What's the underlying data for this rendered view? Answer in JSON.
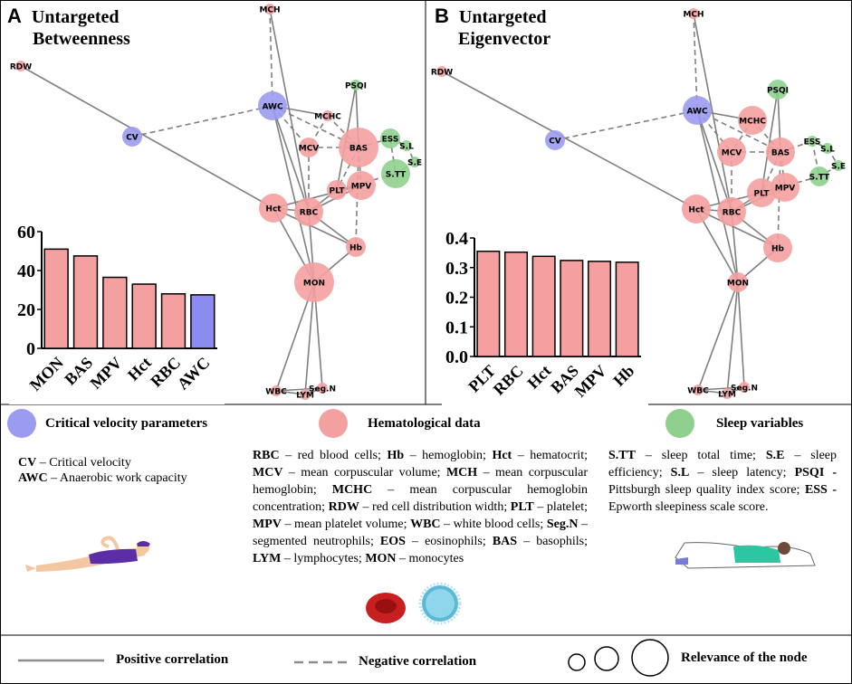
{
  "panels": {
    "a": {
      "letter": "A",
      "title_line1": "Untargeted",
      "title_line2": "Betweenness"
    },
    "b": {
      "letter": "B",
      "title_line1": "Untargeted",
      "title_line2": "Eigenvector"
    }
  },
  "colors": {
    "critical_velocity": "#9b9bef",
    "hematological": "#f4a0a0",
    "sleep": "#8fd08f",
    "bar_hem": "#f4a0a0",
    "bar_cv": "#8c8cf0",
    "edge": "#7f7f7f"
  },
  "chart_data": [
    {
      "type": "bar",
      "panel": "A",
      "categories": [
        "MON",
        "BAS",
        "MPV",
        "Hct",
        "RBC",
        "AWC"
      ],
      "values": [
        51,
        47.5,
        36.5,
        33,
        28,
        27.5
      ],
      "groups": [
        "hematological",
        "hematological",
        "hematological",
        "hematological",
        "hematological",
        "critical_velocity"
      ],
      "ylim": [
        0,
        60
      ],
      "yticks": [
        "0",
        "20",
        "40",
        "60"
      ]
    },
    {
      "type": "bar",
      "panel": "B",
      "categories": [
        "PLT",
        "RBC",
        "Hct",
        "BAS",
        "MPV",
        "Hb"
      ],
      "values": [
        0.355,
        0.352,
        0.338,
        0.324,
        0.321,
        0.318
      ],
      "groups": [
        "hematological",
        "hematological",
        "hematological",
        "hematological",
        "hematological",
        "hematological"
      ],
      "ylim": [
        0,
        0.4
      ],
      "yticks": [
        "0.0",
        "0.1",
        "0.2",
        "0.3",
        "0.4"
      ]
    }
  ],
  "networks": {
    "a": {
      "nodes": [
        {
          "id": "MCH",
          "group": "hematological",
          "relevance": 0
        },
        {
          "id": "RDW",
          "group": "hematological",
          "relevance": 0
        },
        {
          "id": "CV",
          "group": "critical_velocity",
          "relevance": 1
        },
        {
          "id": "AWC",
          "group": "critical_velocity",
          "relevance": 2
        },
        {
          "id": "PSQI",
          "group": "sleep",
          "relevance": 0
        },
        {
          "id": "MCHC",
          "group": "hematological",
          "relevance": 0
        },
        {
          "id": "MCV",
          "group": "hematological",
          "relevance": 1
        },
        {
          "id": "BAS",
          "group": "hematological",
          "relevance": 3
        },
        {
          "id": "ESS",
          "group": "sleep",
          "relevance": 1
        },
        {
          "id": "S.L",
          "group": "sleep",
          "relevance": 0
        },
        {
          "id": "S.E",
          "group": "sleep",
          "relevance": 0
        },
        {
          "id": "S.TT",
          "group": "sleep",
          "relevance": 2
        },
        {
          "id": "PLT",
          "group": "hematological",
          "relevance": 1
        },
        {
          "id": "MPV",
          "group": "hematological",
          "relevance": 2
        },
        {
          "id": "Hct",
          "group": "hematological",
          "relevance": 2
        },
        {
          "id": "RBC",
          "group": "hematological",
          "relevance": 2
        },
        {
          "id": "Hb",
          "group": "hematological",
          "relevance": 1
        },
        {
          "id": "MON",
          "group": "hematological",
          "relevance": 3
        },
        {
          "id": "WBC",
          "group": "hematological",
          "relevance": 0
        },
        {
          "id": "LYM",
          "group": "hematological",
          "relevance": 0
        },
        {
          "id": "Seg.N",
          "group": "hematological",
          "relevance": 0
        }
      ]
    },
    "b": {
      "nodes": [
        {
          "id": "MCH",
          "group": "hematological",
          "relevance": 0
        },
        {
          "id": "RDW",
          "group": "hematological",
          "relevance": 0
        },
        {
          "id": "CV",
          "group": "critical_velocity",
          "relevance": 1
        },
        {
          "id": "AWC",
          "group": "critical_velocity",
          "relevance": 2
        },
        {
          "id": "PSQI",
          "group": "sleep",
          "relevance": 1
        },
        {
          "id": "MCHC",
          "group": "hematological",
          "relevance": 2
        },
        {
          "id": "MCV",
          "group": "hematological",
          "relevance": 2
        },
        {
          "id": "BAS",
          "group": "hematological",
          "relevance": 2
        },
        {
          "id": "ESS",
          "group": "sleep",
          "relevance": 0
        },
        {
          "id": "S.L",
          "group": "sleep",
          "relevance": 0
        },
        {
          "id": "S.E",
          "group": "sleep",
          "relevance": 0
        },
        {
          "id": "S.TT",
          "group": "sleep",
          "relevance": 1
        },
        {
          "id": "PLT",
          "group": "hematological",
          "relevance": 2
        },
        {
          "id": "MPV",
          "group": "hematological",
          "relevance": 2
        },
        {
          "id": "Hct",
          "group": "hematological",
          "relevance": 2
        },
        {
          "id": "RBC",
          "group": "hematological",
          "relevance": 2
        },
        {
          "id": "Hb",
          "group": "hematological",
          "relevance": 2
        },
        {
          "id": "MON",
          "group": "hematological",
          "relevance": 1
        },
        {
          "id": "WBC",
          "group": "hematological",
          "relevance": 0
        },
        {
          "id": "LYM",
          "group": "hematological",
          "relevance": 0
        },
        {
          "id": "Seg.N",
          "group": "hematological",
          "relevance": 0
        }
      ]
    }
  },
  "legend": {
    "cv_heading": "Critical velocity parameters",
    "hem_heading": "Hematological data",
    "sleep_heading": "Sleep variables",
    "cv_items": [
      {
        "abbr": "CV",
        "text": " – Critical velocity"
      },
      {
        "abbr": "AWC",
        "text": " – Anaerobic work capacity"
      }
    ],
    "hem_items": [
      {
        "abbr": "RBC",
        "text": " – red blood cells; "
      },
      {
        "abbr": "Hb",
        "text": " – hemoglobin; "
      },
      {
        "abbr": "Hct",
        "text": " – hematocrit; "
      },
      {
        "abbr": "MCV",
        "text": " – mean corpuscular volume; "
      },
      {
        "abbr": "MCH",
        "text": " – mean corpuscular hemoglobin; "
      },
      {
        "abbr": "MCHC",
        "text": " – mean corpuscular hemoglobin concentration; "
      },
      {
        "abbr": "RDW",
        "text": " – red cell distribution width; "
      },
      {
        "abbr": "PLT",
        "text": " – platelet; "
      },
      {
        "abbr": "MPV",
        "text": " – mean platelet volume; "
      },
      {
        "abbr": "WBC",
        "text": " – white blood cells; "
      },
      {
        "abbr": "Seg.N",
        "text": " – segmented neutrophils; "
      },
      {
        "abbr": "EOS",
        "text": " – eosinophils; "
      },
      {
        "abbr": "BAS",
        "text": " – basophils; "
      },
      {
        "abbr": "LYM",
        "text": " – lymphocytes; "
      },
      {
        "abbr": "MON",
        "text": " – monocytes"
      }
    ],
    "sleep_items": [
      {
        "abbr": "S.TT",
        "text": " – sleep total time; "
      },
      {
        "abbr": "S.E",
        "text": " – sleep efficiency; "
      },
      {
        "abbr": "S.L",
        "text": " – sleep latency; "
      },
      {
        "abbr": "PSQI -",
        "text": " Pittsburgh sleep quality index score; "
      },
      {
        "abbr": "ESS -",
        "text": " Epworth sleepiness scale score."
      }
    ],
    "positive_label": "Positive correlation",
    "negative_label": "Negative correlation",
    "relevance_label": "Relevance of the node"
  }
}
